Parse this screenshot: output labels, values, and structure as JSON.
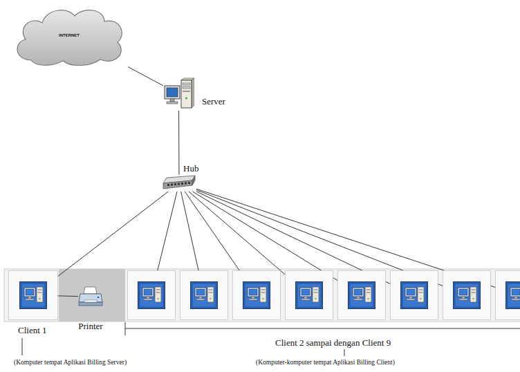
{
  "diagram": {
    "nodes": [
      {
        "text": [
          "INTERNET"
        ]
      },
      {
        "text": [
          "Server"
        ]
      },
      {
        "text": [
          "Hub"
        ]
      },
      {
        "text": [
          "Client 1"
        ]
      },
      {
        "text": [
          "Printer"
        ]
      },
      {
        "text": []
      },
      {
        "text": []
      },
      {
        "text": []
      },
      {
        "text": []
      },
      {
        "text": []
      },
      {
        "text": []
      },
      {
        "text": []
      },
      {
        "text": []
      }
    ],
    "edges": [
      {
        "from": 0,
        "to": 1,
        "arrow": "none"
      },
      {
        "from": 1,
        "to": 2,
        "arrow": "none"
      },
      {
        "from": 2,
        "to": 3,
        "arrow": "none"
      },
      {
        "from": 2,
        "to": 5,
        "arrow": "none"
      },
      {
        "from": 2,
        "to": 6,
        "arrow": "none"
      },
      {
        "from": 2,
        "to": 7,
        "arrow": "none"
      },
      {
        "from": 2,
        "to": 8,
        "arrow": "none"
      },
      {
        "from": 2,
        "to": 9,
        "arrow": "none"
      },
      {
        "from": 2,
        "to": 10,
        "arrow": "none"
      },
      {
        "from": 2,
        "to": 11,
        "arrow": "none"
      },
      {
        "from": 2,
        "to": 12,
        "arrow": "none"
      },
      {
        "from": 3,
        "to": 4,
        "arrow": "none"
      }
    ],
    "labels": [
      "Client 2 sampai dengan Client 9",
      "(Komputer tempat Aplikasi Billing Server)",
      "(Komputer-komputer tempat Aplikasi Billing Client)"
    ]
  }
}
